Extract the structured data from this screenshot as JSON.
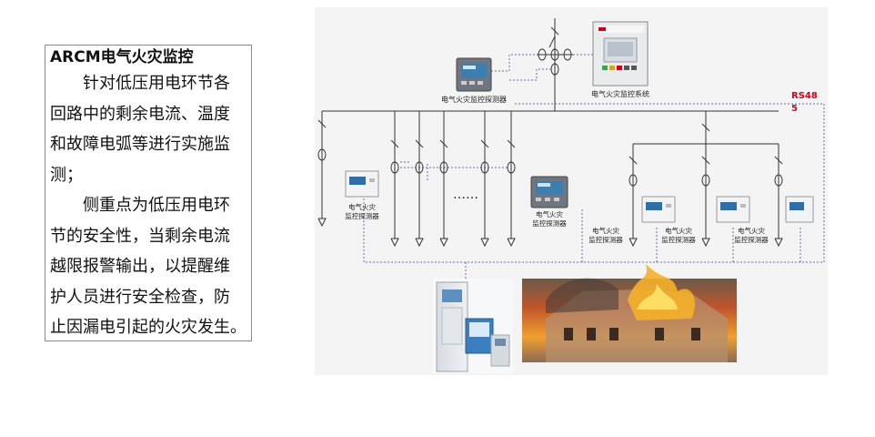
{
  "description_box": {
    "title": "ARCM电气火灾监控",
    "lines": [
      "针对低压用电环节各",
      "回路中的剩余电流、温度",
      "和故障电弧等进行实施监",
      "测；",
      "侧重点为低压用电环",
      "节的安全性，当剩余电流",
      "越限报警输出，以提醒维",
      "护人员进行安全检查，防",
      "止因漏电引起的火灾发生。"
    ]
  },
  "diagram": {
    "system_label": "电气火灾监控系统",
    "main_detector_label": "电气火灾监控探测器",
    "rs485_label_1": "RS48",
    "rs485_label_2": "5",
    "detector_label_line1": "电气火灾",
    "detector_label_line2": "监控探测器",
    "panel_detector_line1": "电气火灾",
    "panel_detector_line2": "监控探测器",
    "ellipsis": "……",
    "colors": {
      "rs485": "#d0021b",
      "line": "#333333",
      "dashed": "#5c6f9e",
      "fire": "#e8741a"
    }
  }
}
